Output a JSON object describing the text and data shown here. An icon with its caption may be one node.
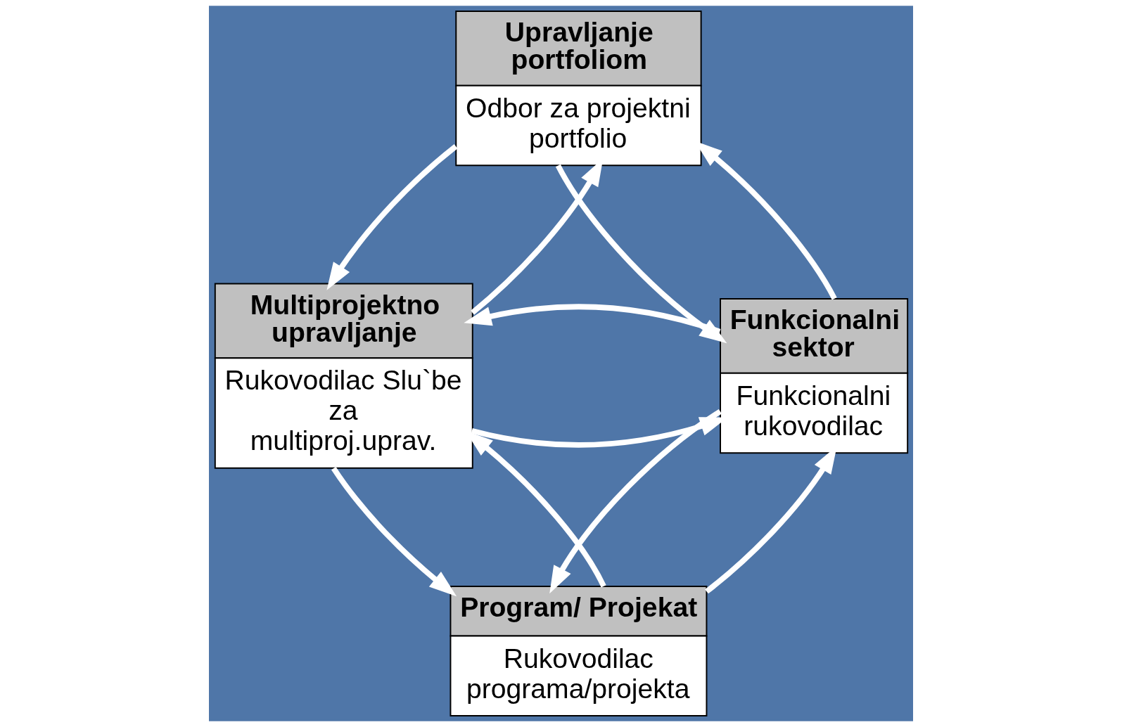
{
  "diagram": {
    "nodes": [
      {
        "text": [
          "Upravljanje portfoliom",
          "Odbor za projektni portfolio"
        ]
      },
      {
        "text": [
          "Multiprojektno upravljanje",
          "Rukovodilac Slu`be za multiproj.uprav."
        ]
      },
      {
        "text": [
          "Funkcionalni sektor",
          "Funkcionalni rukovodilac"
        ]
      },
      {
        "text": [
          "Program/ Projekat",
          "Rukovodilac programa/projekta"
        ]
      }
    ],
    "edges": [
      {
        "from": 1,
        "to": 0,
        "arrow": "to"
      },
      {
        "from": 0,
        "to": 1,
        "arrow": "to"
      },
      {
        "from": 2,
        "to": 0,
        "arrow": "to"
      },
      {
        "from": 0,
        "to": 2,
        "arrow": "to"
      },
      {
        "from": 1,
        "to": 2,
        "arrow": "to"
      },
      {
        "from": 2,
        "to": 1,
        "arrow": "to"
      },
      {
        "from": 3,
        "to": 1,
        "arrow": "to"
      },
      {
        "from": 1,
        "to": 3,
        "arrow": "to"
      },
      {
        "from": 3,
        "to": 2,
        "arrow": "to"
      },
      {
        "from": 2,
        "to": 3,
        "arrow": "to"
      }
    ]
  }
}
